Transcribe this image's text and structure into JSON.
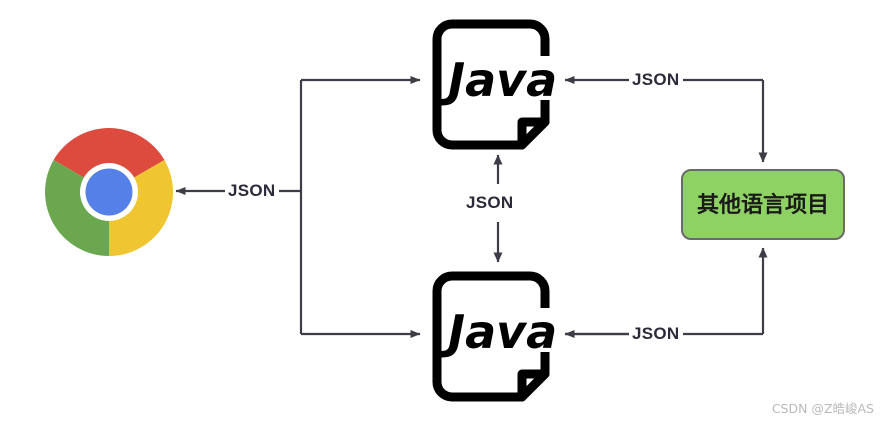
{
  "diagram": {
    "title": "JSON data exchange between Java programs, browser and other-language projects",
    "background_color": "#ffffff",
    "line_color": "#3d3d47",
    "label_color": "#2b2b3a"
  },
  "nodes": [
    {
      "id": "chrome",
      "type": "chrome-logo-icon",
      "label": "",
      "icon_name": "chrome-browser-icon",
      "colors": {
        "red": "#dd4b3e",
        "green": "#6aa74f",
        "yellow": "#efc531",
        "blue": "#5580e8",
        "white": "#ffffff"
      }
    },
    {
      "id": "java-top",
      "type": "java-file-icon",
      "label": "Java",
      "icon_name": "java-file-icon",
      "color": "#000000"
    },
    {
      "id": "java-bottom",
      "type": "java-file-icon",
      "label": "Java",
      "icon_name": "java-file-icon",
      "color": "#000000"
    },
    {
      "id": "other-lang",
      "type": "process-box",
      "label": "其他语言项目",
      "fill": "#8ed263",
      "stroke": "#6a6a6a",
      "text_color": "#1a1a1a"
    }
  ],
  "edges": [
    {
      "id": "e-chrome",
      "label": "JSON",
      "from": "java-bus",
      "to": "chrome",
      "direction": "left"
    },
    {
      "id": "e-java-top",
      "label": "",
      "from": "java-bus",
      "to": "java-top",
      "direction": "right"
    },
    {
      "id": "e-java-bottom",
      "label": "",
      "from": "java-bus",
      "to": "java-bottom",
      "direction": "right"
    },
    {
      "id": "e-middle",
      "label": "JSON",
      "from": "java-top",
      "to": "java-bottom",
      "direction": "both"
    },
    {
      "id": "e-top-right",
      "label": "JSON",
      "from": "other-lang",
      "to": "java-top",
      "direction": "left"
    },
    {
      "id": "e-bottom-right",
      "label": "JSON",
      "from": "java-bottom",
      "to": "other-lang",
      "direction": "up"
    }
  ],
  "labels": {
    "json_chrome": "JSON",
    "json_middle": "JSON",
    "json_top_right": "JSON",
    "json_bottom_right": "JSON",
    "java_top": "Java",
    "java_bottom": "Java",
    "other_lang_box": "其他语言项目"
  },
  "watermark": {
    "text": "CSDN @Z皓峻AS"
  }
}
